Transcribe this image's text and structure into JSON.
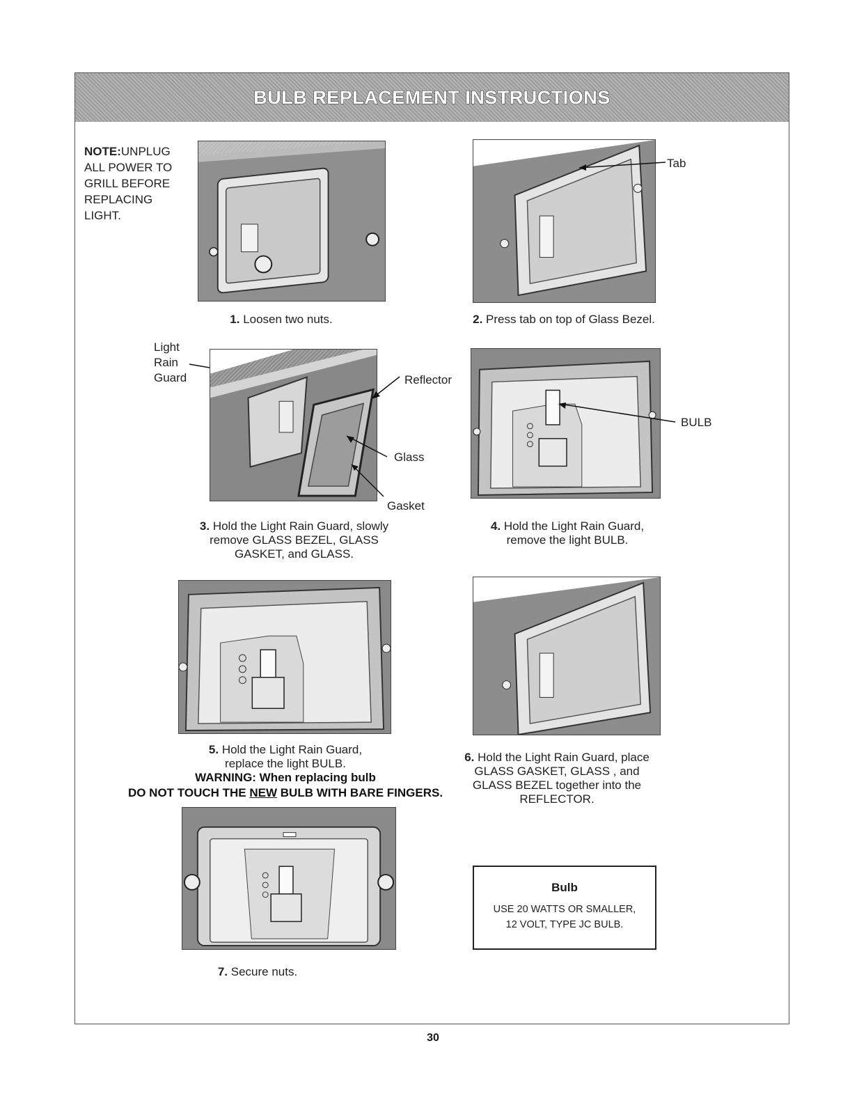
{
  "banner": {
    "title": "BULB REPLACEMENT INSTRUCTIONS"
  },
  "note": {
    "label": "NOTE:",
    "lines": [
      "UNPLUG",
      "ALL POWER TO",
      "GRILL BEFORE",
      "REPLACING",
      "LIGHT."
    ]
  },
  "steps": [
    {
      "num": "1.",
      "text": "Loosen two nuts."
    },
    {
      "num": "2.",
      "text": "Press tab on top of Glass Bezel."
    },
    {
      "num": "3.",
      "lines": [
        "Hold the Light Rain Guard, slowly",
        "remove GLASS BEZEL, GLASS",
        "GASKET, and GLASS."
      ]
    },
    {
      "num": "4.",
      "lines": [
        "Hold the Light Rain Guard,",
        "remove the light BULB."
      ]
    },
    {
      "num": "5.",
      "lines": [
        "Hold the Light Rain Guard,",
        "replace the light BULB."
      ]
    },
    {
      "num": "6.",
      "lines": [
        "Hold the Light Rain Guard, place",
        "GLASS GASKET, GLASS , and",
        "GLASS BEZEL together into the",
        "REFLECTOR."
      ]
    },
    {
      "num": "7.",
      "text": "Secure nuts."
    }
  ],
  "callouts": {
    "tab": "Tab",
    "light_rain_guard": [
      "Light",
      "Rain",
      "Guard"
    ],
    "reflector": "Reflector",
    "glass": "Glass",
    "gasket": "Gasket",
    "bulb": "BULB"
  },
  "warning": {
    "line1": "WARNING: When replacing bulb",
    "line2_pre": "DO NOT TOUCH THE ",
    "line2_new": "NEW",
    "line2_post": " BULB WITH BARE FINGERS."
  },
  "bulb_box": {
    "title": "Bulb",
    "lines": [
      "USE 20 WATTS OR SMALLER,",
      "12 VOLT, TYPE JC BULB."
    ]
  },
  "page_number": "30"
}
